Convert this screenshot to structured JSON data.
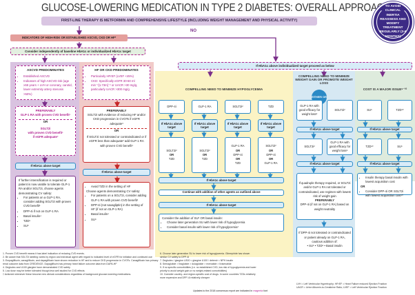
{
  "title": "GLUCOSE-LOWERING MEDICATION IN TYPE 2 DIABETES: OVERALL APPROACH",
  "first_line": "FIRST-LINE THERAPY IS METFORMIN AND COMPREHENSIVE LIFESTYLE (INCLUDING WEIGHT MANAGEMENT AND PHYSICAL ACTIVITY)",
  "badge": "TO AVOID CLINICAL INERTIA REASSESS AND MODIFY TREATMENT REGULARLY (3-6 MONTHS)",
  "indicators": "INDICATORS OF HIGH-RISK OR ESTABLISHED ASCVD, CKD OR HF*",
  "no_label": "NO",
  "consider": "Consider independently of baseline HbA1c or individualized HbA1c target",
  "ascvd": {
    "heading": "ASCVD PREDOMINATES",
    "items": [
      "Established ASCVD",
      "Indicators of high ASCVD risk (age ≥55 years + LVH or coronary, carotid, lower extremity artery stenosis >50%)"
    ],
    "preferably": "PREFERABLY",
    "option1": "GLP-1 RA with proven CVD benefit¹",
    "or": "OR",
    "option2_a": "SGLT2i",
    "option2_b": "with proven CVD benefit¹",
    "option2_c": "if eGFR adequate²",
    "if_above": "If HbA1c above target",
    "further": "If further intensification is required or patient is now unable to tolerate GLP-1 RA and/or SGLT2i, choose agents demonstrating CV safety:",
    "further_items": [
      "For patients on a GLP-1 RA, consider adding SGLT2i with proven CVD benefit¹",
      "DPP-4i if not on GLP-1 RA",
      "Basal insulin⁴",
      "TZD⁵",
      "SU⁶"
    ]
  },
  "hf_ckd": {
    "heading": "HF OR CKD PREDOMINATES",
    "items": [
      "Particularly HFrEF (LVEF <45%)",
      "CKD: Specifically eGFR 30-60 ml min⁻¹[1.73m]⁻² or UACR >30 mg/g, particularly UACR >300 mg/g"
    ],
    "preferably": "PREFERABLY",
    "option1": "SGLT2i with evidence of reducing HF and/or CKD progression in CVOTs if eGFR adequate³",
    "or": "OR",
    "option2": "If SGLT2i not tolerated or contraindicated or if eGFR less than adequate² add GLP-1 RA with proven CVD benefit¹",
    "if_above": "If HbA1c above target",
    "avoid": "Avoid TZD in the setting of HF",
    "choose": "Choose agents demonstrating CV safety:",
    "further_items": [
      "For patients on a SGLT2i, consider adding GLP-1 RA with proven CVD benefit¹",
      "DPP-4i (not saxagliptin) in the setting of HF (if not on GLP-1 RA)",
      "Basal insulin⁴",
      "SU⁶"
    ]
  },
  "if_above_individualized": "If HbA1c above individualized target proceed as below",
  "hypo": {
    "heading": "COMPELLING NEED TO MINIMIZE HYPOGLYCEMIA",
    "drugs": [
      "DPP-4i",
      "GLP-1 RA",
      "SGLT2i²",
      "TZD"
    ],
    "if_above": "If HbA1c above target",
    "second": [
      [
        "SGLT2i²",
        "OR",
        "TZD"
      ],
      [
        "SGLT2i²",
        "OR",
        "TZD"
      ],
      [
        "GLP-1 RA",
        "OR",
        "DPP-4i",
        "OR",
        "TZD"
      ],
      [
        "SGLT2i²",
        "OR",
        "DPP-4i",
        "OR",
        "GLP-1 RA"
      ]
    ],
    "if_above_wide": "If HbA1c above target",
    "continue": "Continue with addition of other agents as outlined above",
    "if_above_wide2": "If HbA1c above target",
    "final_lead": "Consider the addition of SU⁶ OR basal insulin:",
    "final_items": [
      "Choose later generation SU with lower risk of hypoglycemia",
      "Consider basal insulin with lower risk of hypoglycemia⁷"
    ]
  },
  "weight": {
    "heading": "COMPELLING NEED TO MINIMIZE WEIGHT GAIN OR PROMOTE WEIGHT LOSS",
    "either_or": "EITHER/ OR",
    "drugs": [
      "GLP-1 RA with good efficacy for weight loss⁸",
      "SGLT2i²"
    ],
    "if_above": "If HbA1c above target",
    "second": [
      "SGLT2i²",
      "GLP-1 RA with good efficacy for weight loss⁸"
    ],
    "if_above2": "If HbA1c above target",
    "quad": "If quadruple therapy required, or SGLT2i and/or GLP-1 RA not tolerated or contraindicated, use regimen with lowest risk of weight gain",
    "preferably": "PREFERABLY",
    "quad_pref": "DPP-4i (if not on GLP-1 RA) based on weight neutrality",
    "dpp_not": "If DPP-4i not tolerated or contraindicated or patient already on GLP-1 RA, cautious addition of:",
    "dpp_items": "• SU⁶ • TZD⁵ • Basal insulin"
  },
  "cost": {
    "heading": "COST IS A MAJOR ISSUE⁹⁻¹⁰",
    "drugs": [
      "SU⁶",
      "TZD¹⁰"
    ],
    "if_above": "If HbA1c above target",
    "second": [
      "TZD¹⁰",
      "SU⁶"
    ],
    "if_above2": "If HbA1c above target",
    "final_items": [
      "Insulin therapy basal insulin with lowest acquisition cost"
    ],
    "or": "OR",
    "final_items2": [
      "Consider DPP-4i OR SGLT2i with lowest acquisition cost¹⁰"
    ]
  },
  "footnotes_left": [
    "1. Proven CVD benefit means it has label indication of reducing CVD events.",
    "2. Be aware that SGLT2i labeling varies by region and individual agent with regard to indicated level of eGFR for initiation and continued use",
    "3. Empagliflozin, canagliflozin, and dapagliflozin have shown reduction in HF and to reduce CKD progression in CVOTs. Canagliflozin has primary renal outcome data from CREDENCE. Dapagliflozin has primary heart failure outcome data from DAPA-HF",
    "4. Degludec and U100 glargine have demonstrated CVD safety",
    "5. Low dose may be better tolerated though less well studied for CVD effects",
    "† Actioned whenever these become new clinical considerations regardless of background glucose-lowering medications."
  ],
  "footnotes_mid": [
    "6. Choose later generation SU to lower risk of hypoglycemia. Glimepiride has shown similar CV safety to DPP-4i",
    "7. Degludec / glargine U300 < glargine U100 / detemir < NPH insulin",
    "8. Semaglutide > liraglutide > dulaglutide > exenatide > lixisenatide",
    "9. If no specific comorbidities (i.e. no established CVD, low risk of hypoglycemia and lower priority to avoid weight gain or no weight-related comorbidities)",
    "10. Consider country- and region-specific cost of drugs. In some countries TZDs relatively more expensive and DPP-4i relatively cheaper"
  ],
  "updates": {
    "pre": "Updates to the 2018 consensus report are indicated in ",
    "highlight": "magenta",
    "post": " font"
  },
  "abbreviations": [
    "LVH = Left Ventricular Hypertrophy; HFrEF = Heart Failure reduced Ejection Fraction",
    "UACR = Urine Albumin-to-Creatinine Ratio; LVEF = Left Ventricular Ejection Fraction"
  ],
  "colors": {
    "purple_column": "#d9c3e0",
    "red_column": "#f1cbc9",
    "yellow_column": "#fbf3c4",
    "blue_column": "#d6e8f3",
    "green_column": "#deebdd",
    "magenta": "#b0208f",
    "badge": "#3c2a85",
    "arrow_blue": "#2b8ac6",
    "arrow_purple": "#7a2e8a"
  }
}
